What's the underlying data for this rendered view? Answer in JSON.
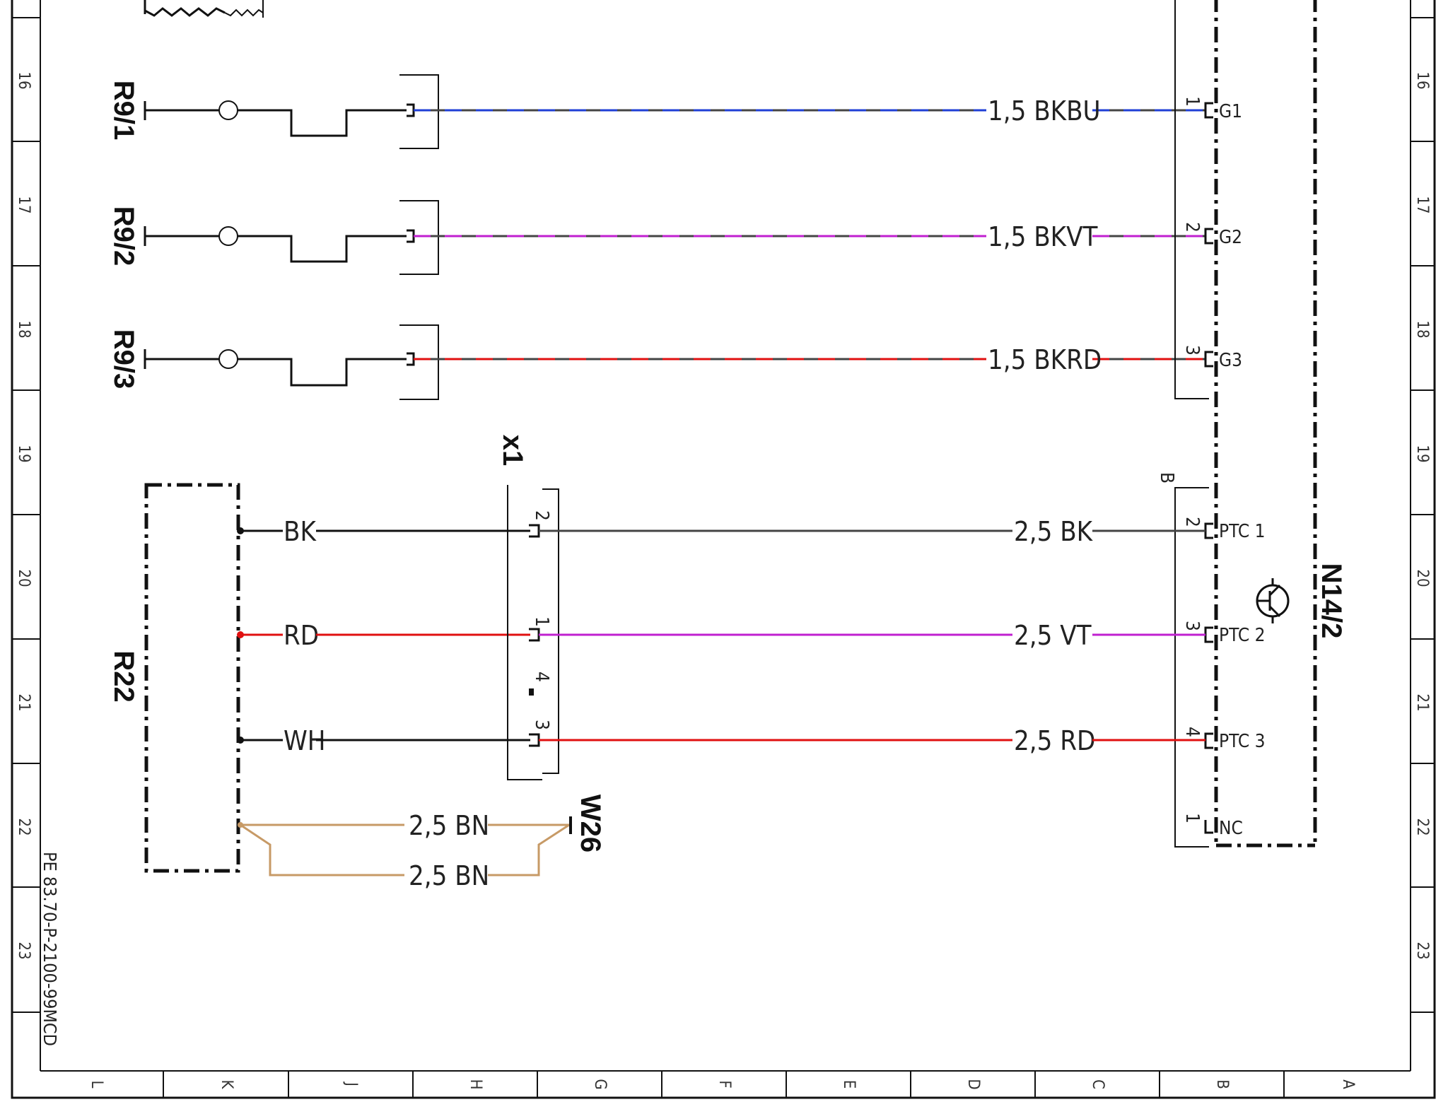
{
  "components": {
    "r9_1": "R9/1",
    "r9_2": "R9/2",
    "r9_3": "R9/3",
    "x1": "x1",
    "r22": "R22",
    "w26": "W26",
    "n14_2": "N14/2"
  },
  "n14_2_connector_b": "B",
  "wires": {
    "g1": "1,5 BKBU",
    "g2": "1,5 BKVT",
    "g3": "1,5 BKRD",
    "ptc1": "2,5 BK",
    "ptc2": "2,5 VT",
    "ptc3": "2,5 RD",
    "bn1": "2,5 BN",
    "bn2": "2,5 BN"
  },
  "r22_leads": {
    "bk": "BK",
    "rd": "RD",
    "wh": "WH"
  },
  "n14_2_pins": {
    "g1": "G1",
    "g2": "G2",
    "g3": "G3",
    "ptc1": "PTC 1",
    "ptc2": "PTC 2",
    "ptc3": "PTC 3",
    "nc": "NC"
  },
  "n14_2_pin_numbers": {
    "g1": "1",
    "g2": "2",
    "g3": "3",
    "ptc1": "2",
    "ptc2": "3",
    "ptc3": "4",
    "nc": "1"
  },
  "x1_pins": {
    "a": "2",
    "b": "1",
    "c": "4",
    "d": "3"
  },
  "wire_colors": {
    "black": "#111111",
    "blue": "#1f3fd6",
    "violet": "#c020d0",
    "red": "#e01010",
    "brown": "#c79a66"
  },
  "doc_id": "PE 83.70-P-2100-99MCD",
  "grid_rows": [
    "16",
    "17",
    "18",
    "19",
    "20",
    "21",
    "22",
    "23"
  ],
  "grid_columns": [
    "L",
    "K",
    "J",
    "H",
    "G",
    "F",
    "E",
    "D",
    "C",
    "B",
    "A"
  ]
}
